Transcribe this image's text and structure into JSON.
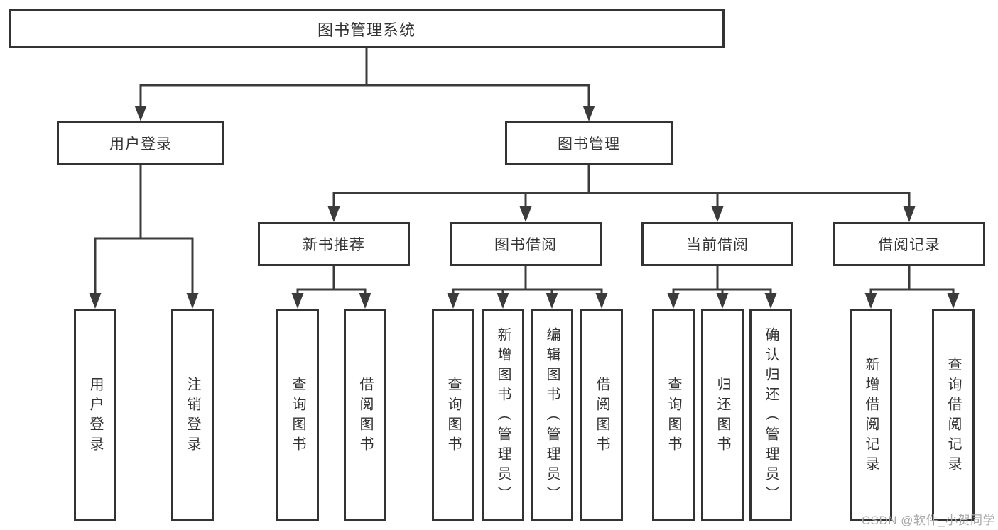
{
  "colors": {
    "line": "#3b3b3b",
    "border": "#333333",
    "text": "#333333",
    "bg": "#ffffff",
    "watermark": "#a8a8a8"
  },
  "nodes": {
    "root": {
      "label": "图书管理系统"
    },
    "user_login": {
      "label": "用户登录"
    },
    "book_mgmt": {
      "label": "图书管理"
    },
    "new_book": {
      "label": "新书推荐"
    },
    "book_borrow": {
      "label": "图书借阅"
    },
    "current_borrow": {
      "label": "当前借阅"
    },
    "borrow_record": {
      "label": "借阅记录"
    },
    "leaves": {
      "user_login": "用户登录",
      "logout": "注销登录",
      "query_book_a": "查询图书",
      "borrow_book_a": "借阅图书",
      "query_book_b": "查询图书",
      "add_book": "新增图书（管理员）",
      "edit_book": "编辑图书（管理员）",
      "borrow_book_b": "借阅图书",
      "query_book_c": "查询图书",
      "return_book": "归还图书",
      "confirm_return": "确认归还（管理员）",
      "add_record": "新增借阅记录",
      "query_record": "查询借阅记录"
    }
  },
  "watermark": "CSDN @软件_小贺同学"
}
